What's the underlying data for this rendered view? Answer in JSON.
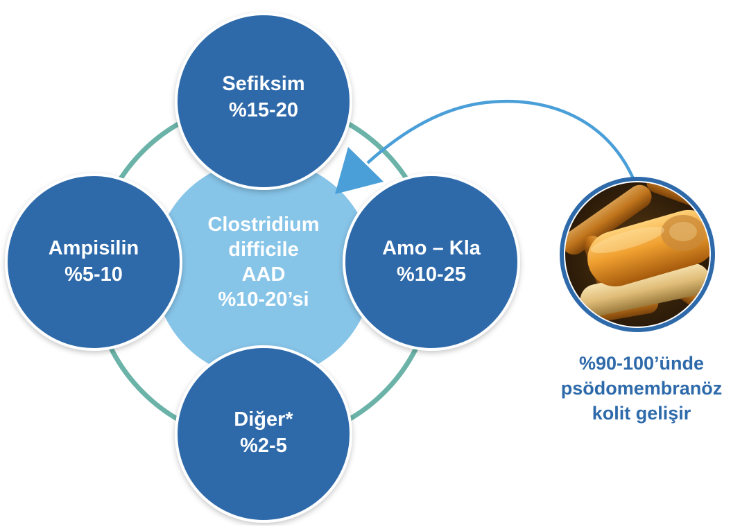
{
  "center": {
    "lines": [
      "Clostridium",
      "difficile",
      "AAD",
      "%10-20’si"
    ]
  },
  "nodes": {
    "top": {
      "name": "Sefiksim",
      "value": "%15-20"
    },
    "left": {
      "name": "Ampisilin",
      "value": "%5-10"
    },
    "right": {
      "name": "Amo – Kla",
      "value": "%10-25"
    },
    "bottom": {
      "name": "Diğer*",
      "value": "%2-5"
    }
  },
  "image": {
    "subject": "bacteria-microscope-image"
  },
  "caption": {
    "lines": [
      "%90-100’ünde",
      "psödomembranöz",
      "kolit gelişir"
    ]
  },
  "colors": {
    "node_fill": "#2e6aaa",
    "center_fill": "#86c4e8",
    "ring": "#6bb3a8",
    "arrow": "#4a9fd8",
    "caption_text": "#2e6aaa"
  }
}
